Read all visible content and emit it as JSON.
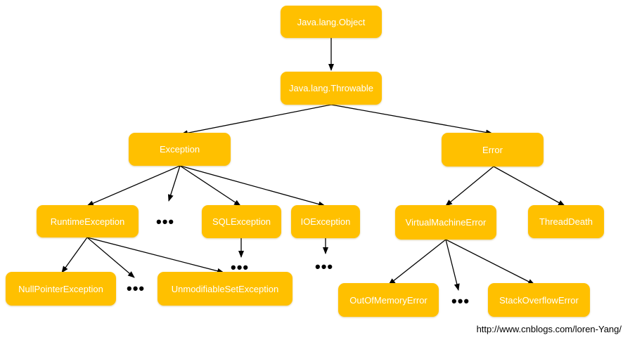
{
  "nodes": {
    "object": "Java.lang.Object",
    "throwable": "Java.lang.Throwable",
    "exception": "Exception",
    "error": "Error",
    "runtime": "RuntimeException",
    "sql": "SQLException",
    "io": "IOException",
    "vme": "VirtualMachineError",
    "threaddeath": "ThreadDeath",
    "npe": "NullPointerException",
    "unmod": "UnmodifiableSetException",
    "oom": "OutOfMemoryError",
    "soe": "StackOverflowError"
  },
  "ellipsis": "•••",
  "footer_text": "http://www.cnblogs.com/loren-Yang/",
  "colors": {
    "node_fill": "#FFC000",
    "node_text": "#FFFFFF",
    "arrow": "#000000"
  }
}
